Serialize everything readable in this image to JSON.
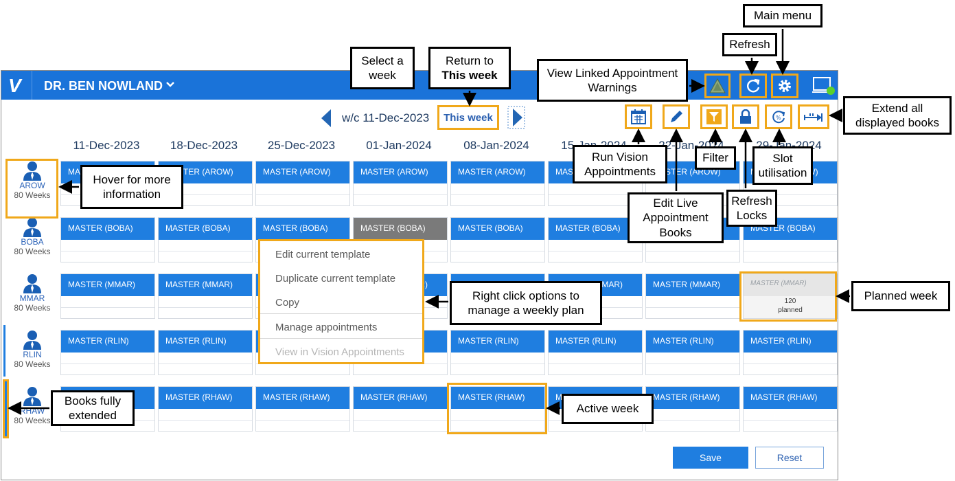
{
  "titlebar": {
    "logo": "V",
    "doctor": "DR. BEN NOWLAND"
  },
  "week_nav": {
    "label": "w/c 11-Dec-2023",
    "this_week": "This week"
  },
  "columns": [
    "11-Dec-2023",
    "18-Dec-2023",
    "25-Dec-2023",
    "01-Jan-2024",
    "08-Jan-2024",
    "15-Jan-2024",
    "22-Jan-2024",
    "29-Jan-2024"
  ],
  "rows": [
    {
      "code": "AROW",
      "weeks": "80  Weeks",
      "cell": "MASTER (AROW)"
    },
    {
      "code": "BOBA",
      "weeks": "80  Weeks",
      "cell": "MASTER (BOBA)"
    },
    {
      "code": "MMAR",
      "weeks": "80  Weeks",
      "cell": "MASTER (MMAR)"
    },
    {
      "code": "RLIN",
      "weeks": "80  Weeks",
      "cell": "MASTER (RLIN)"
    },
    {
      "code": "RHAW",
      "weeks": "80  Weeks",
      "cell": "MASTER (RHAW)"
    }
  ],
  "planned_cell": {
    "label": "MASTER (MMAR)",
    "count": "120",
    "status": "planned"
  },
  "context_menu": [
    "Edit current template",
    "Duplicate current template",
    "Copy",
    "Manage appointments",
    "View in Vision Appointments"
  ],
  "footer": {
    "save": "Save",
    "reset": "Reset"
  },
  "callouts": {
    "select_week": "Select a week",
    "return_to": "Return to",
    "return_this_week": "This week",
    "view_linked": "View Linked Appointment Warnings",
    "refresh": "Refresh",
    "main_menu": "Main menu",
    "extend_all": "Extend all displayed books",
    "run_vision": "Run Vision Appointments",
    "filter": "Filter",
    "slot_util": "Slot utilisation",
    "edit_live": "Edit Live Appointment Books",
    "refresh_locks": "Refresh Locks",
    "hover": "Hover for more information",
    "right_click": "Right click options to manage a weekly plan",
    "planned_week": "Planned week",
    "books_extended": "Books fully extended",
    "active_week": "Active week"
  },
  "colors": {
    "accent": "#1a73d9",
    "highlight": "#f0a81a",
    "cell_header": "#1f7ee0"
  }
}
